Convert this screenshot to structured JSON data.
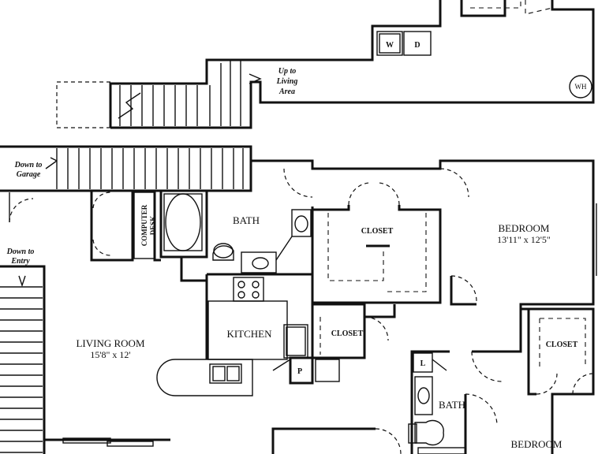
{
  "rooms": {
    "bath_upper": "BATH",
    "bedroom_1": "BEDROOM",
    "bedroom_1_dims": "13'11\" x 12'5\"",
    "closet_1": "CLOSET",
    "closet_2": "CLOSET",
    "closet_3": "CLOSET",
    "kitchen": "KITCHEN",
    "living_room": "LIVING ROOM",
    "living_room_dims": "15'8\" x 12'",
    "bath_lower": "BATH",
    "bedroom_2": "BEDROOM",
    "computer_desk_line1": "COMPUTER",
    "computer_desk_line2": "DESK"
  },
  "fixtures": {
    "washer": "W",
    "dryer": "D",
    "water_heater": "WH",
    "pantry": "P",
    "linen": "L"
  },
  "annotations": {
    "up_line1": "Up to",
    "up_line2": "Living",
    "up_line3": "Area",
    "garage_line1": "Down to",
    "garage_line2": "Garage",
    "entry_line1": "Down to",
    "entry_line2": "Entry"
  }
}
